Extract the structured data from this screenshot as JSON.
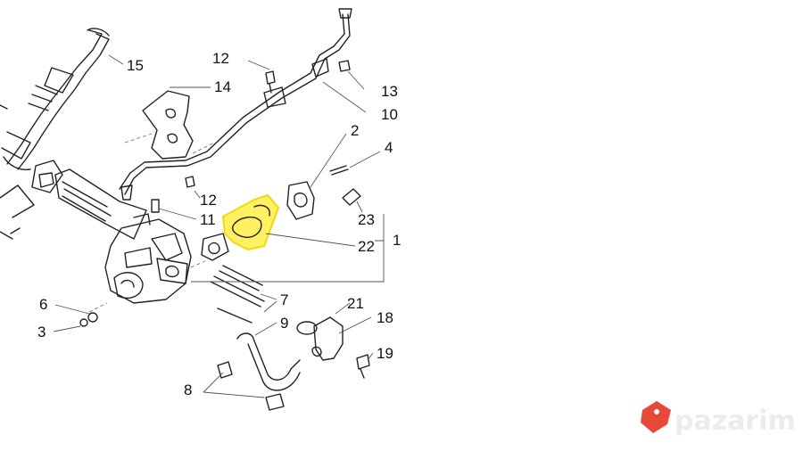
{
  "callouts": {
    "c1": "1",
    "c2": "2",
    "c3": "3",
    "c4": "4",
    "c6": "6",
    "c7": "7",
    "c8": "8",
    "c9": "9",
    "c10": "10",
    "c11": "11",
    "c12a": "12",
    "c12b": "12",
    "c13": "13",
    "c14": "14",
    "c15": "15",
    "c18": "18",
    "c19": "19",
    "c21": "21",
    "c22": "22",
    "c23": "23"
  },
  "highlight": {
    "part": "22",
    "color": "#ffee33"
  },
  "watermark": {
    "text": "pazarim",
    "tag_color": "#e8483a"
  }
}
